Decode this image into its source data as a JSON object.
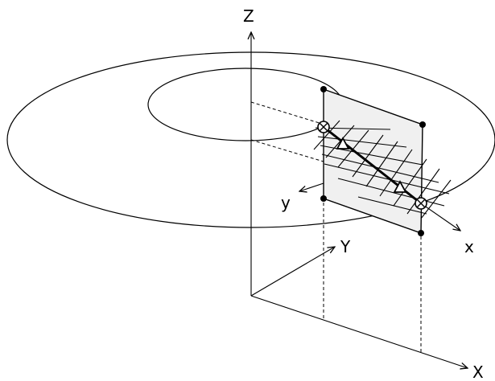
{
  "labels": {
    "world_z": "Z",
    "world_y": "Y",
    "world_x": "X",
    "local_y": "y",
    "local_x": "x"
  },
  "colors": {
    "stroke": "#000000",
    "panel_fill": "#f0f0f0",
    "background": "#ffffff"
  },
  "icons": {
    "intersection_marker": "circled-x-icon",
    "mid_marker": "triangle-icon",
    "corner_marker": "filled-dot-icon"
  }
}
